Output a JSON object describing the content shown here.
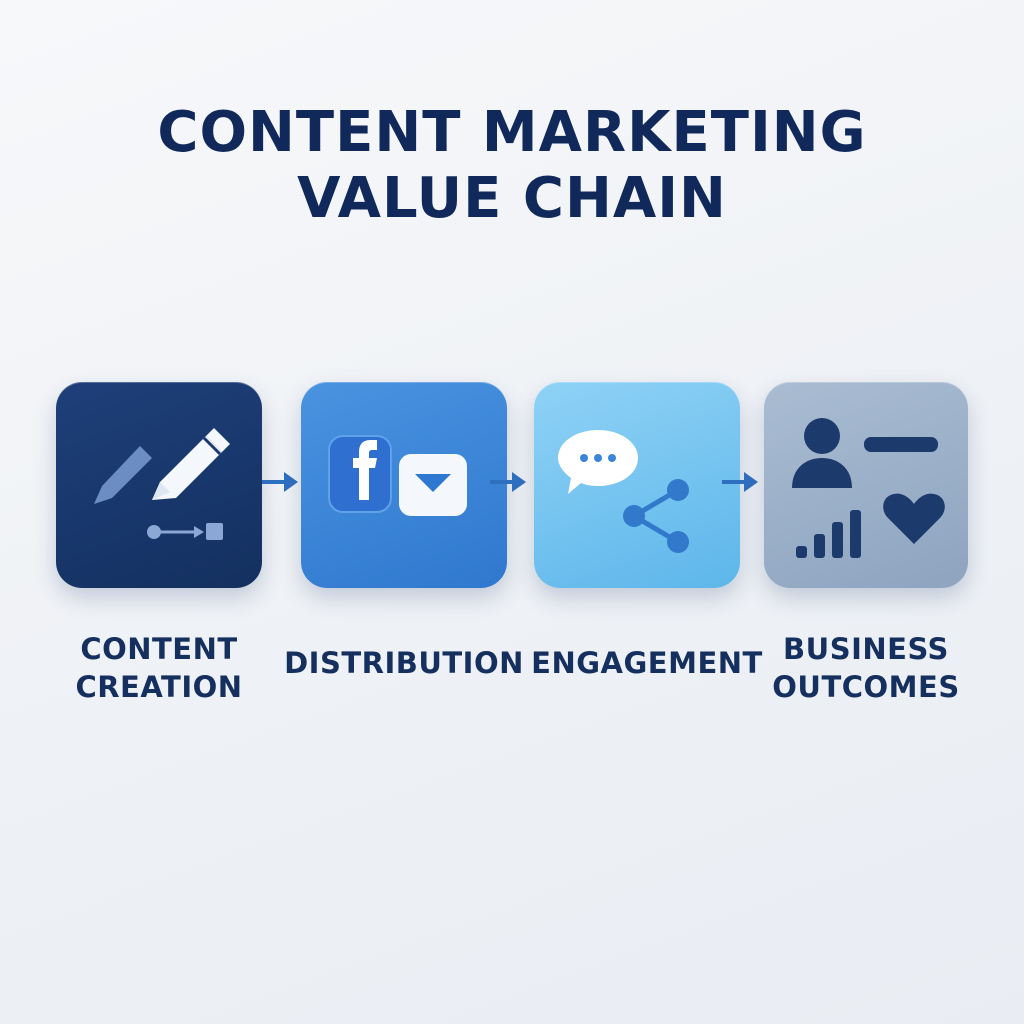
{
  "title": {
    "line1": "CONTENT MARKETING",
    "line2": "VALUE CHAIN"
  },
  "steps": [
    {
      "line1": "CONTENT",
      "line2": "CREATION",
      "icon": "pencil-icon",
      "color": "#1b3a72"
    },
    {
      "line1": "DISTRIBUTION",
      "line2": "",
      "icon": "facebook-email-icon",
      "color": "#3a85d8"
    },
    {
      "line1": "ENGAGEMENT",
      "line2": "",
      "icon": "chat-share-icon",
      "color": "#74c3f0"
    },
    {
      "line1": "BUSINESS",
      "line2": "OUTCOMES",
      "icon": "analytics-icon",
      "color": "#9bb0c9"
    }
  ],
  "colors": {
    "title": "#10295a",
    "arrow": "#2f6fc0"
  }
}
